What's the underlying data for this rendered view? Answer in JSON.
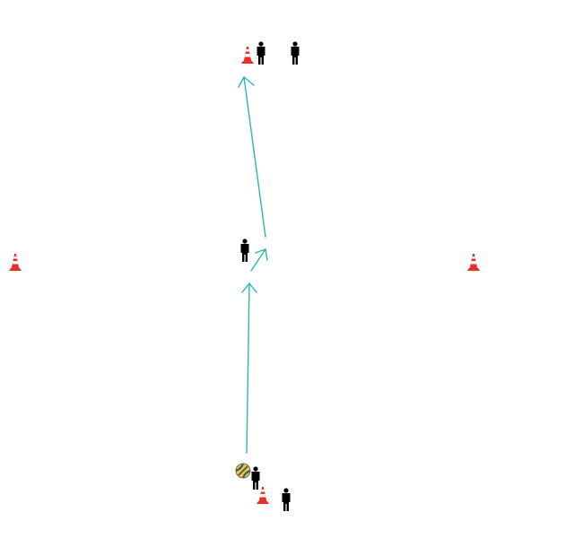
{
  "diagram": {
    "type": "drill-diagram",
    "background": "#ffffff",
    "colors": {
      "arrow": "#2bb6b8",
      "player": "#000000",
      "cone_red": "#e8302a",
      "cone_white": "#ffffff",
      "ball_yellow": "#f2c81c",
      "ball_blue": "#2d4f9e"
    },
    "elements": {
      "cones": [
        "cone",
        "cone",
        "cone",
        "cone"
      ],
      "players": [
        "player",
        "player",
        "player",
        "player",
        "player"
      ],
      "balls": [
        "ball"
      ],
      "arrows": [
        "pass-arrow",
        "run-arrow",
        "pass-arrow"
      ]
    }
  }
}
